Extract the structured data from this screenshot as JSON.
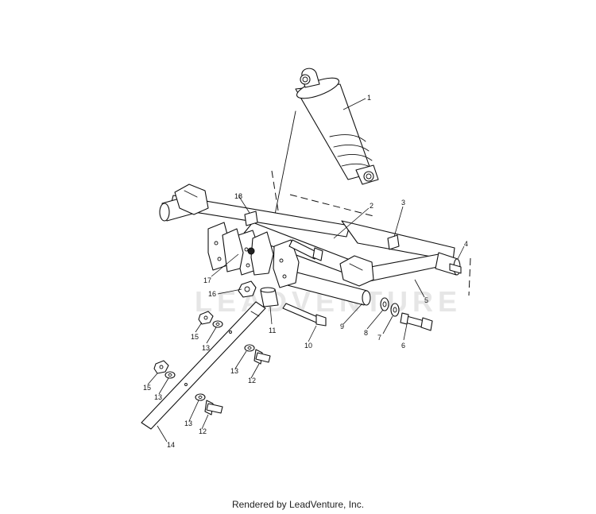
{
  "watermark": "LEADVENTURE",
  "footer": "Rendered by LeadVenture, Inc.",
  "callouts": {
    "c1": "1",
    "c2": "2",
    "c3": "3",
    "c4": "4",
    "c5": "5",
    "c6": "6",
    "c7": "7",
    "c8": "8",
    "c9": "9",
    "c10": "10",
    "c11": "11",
    "c12a": "12",
    "c12b": "12",
    "c13a": "13",
    "c13b": "13",
    "c13c": "13",
    "c13d": "13",
    "c14": "14",
    "c15a": "15",
    "c15b": "15",
    "c16": "16",
    "c17": "17",
    "c18": "18"
  }
}
